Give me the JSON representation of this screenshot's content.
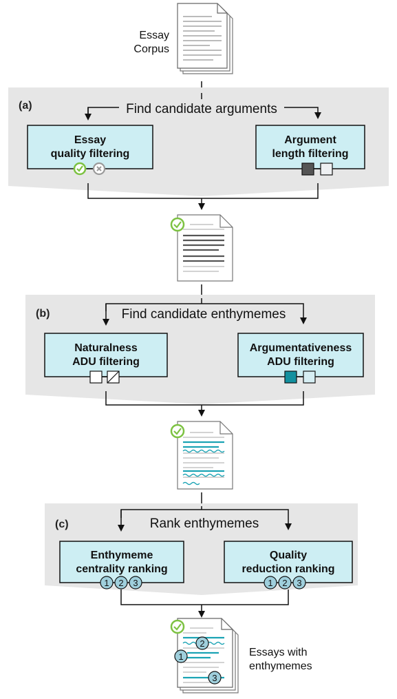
{
  "corpus_label": [
    "Essay",
    "Corpus"
  ],
  "output_label": [
    "Essays with",
    "enthymemes"
  ],
  "stages": [
    {
      "label": "(a)",
      "title": "Find candidate arguments",
      "left_box": [
        "Essay",
        "quality filtering"
      ],
      "right_box": [
        "Argument",
        "length filtering"
      ]
    },
    {
      "label": "(b)",
      "title": "Find candidate enthymemes",
      "left_box": [
        "Naturalness",
        "ADU filtering"
      ],
      "right_box": [
        "Argumentativeness",
        "ADU filtering"
      ]
    },
    {
      "label": "(c)",
      "title": "Rank enthymemes",
      "left_box": [
        "Enthymeme",
        "centrality ranking"
      ],
      "right_box": [
        "Quality",
        "reduction ranking"
      ]
    }
  ],
  "rank_numbers": [
    "1",
    "2",
    "3"
  ],
  "colors": {
    "panel": "#e6e6e6",
    "box_fill": "#cdeef3",
    "check": "#7dc242",
    "teal": "#1aa3b4",
    "badge": "#9fcfdc"
  }
}
